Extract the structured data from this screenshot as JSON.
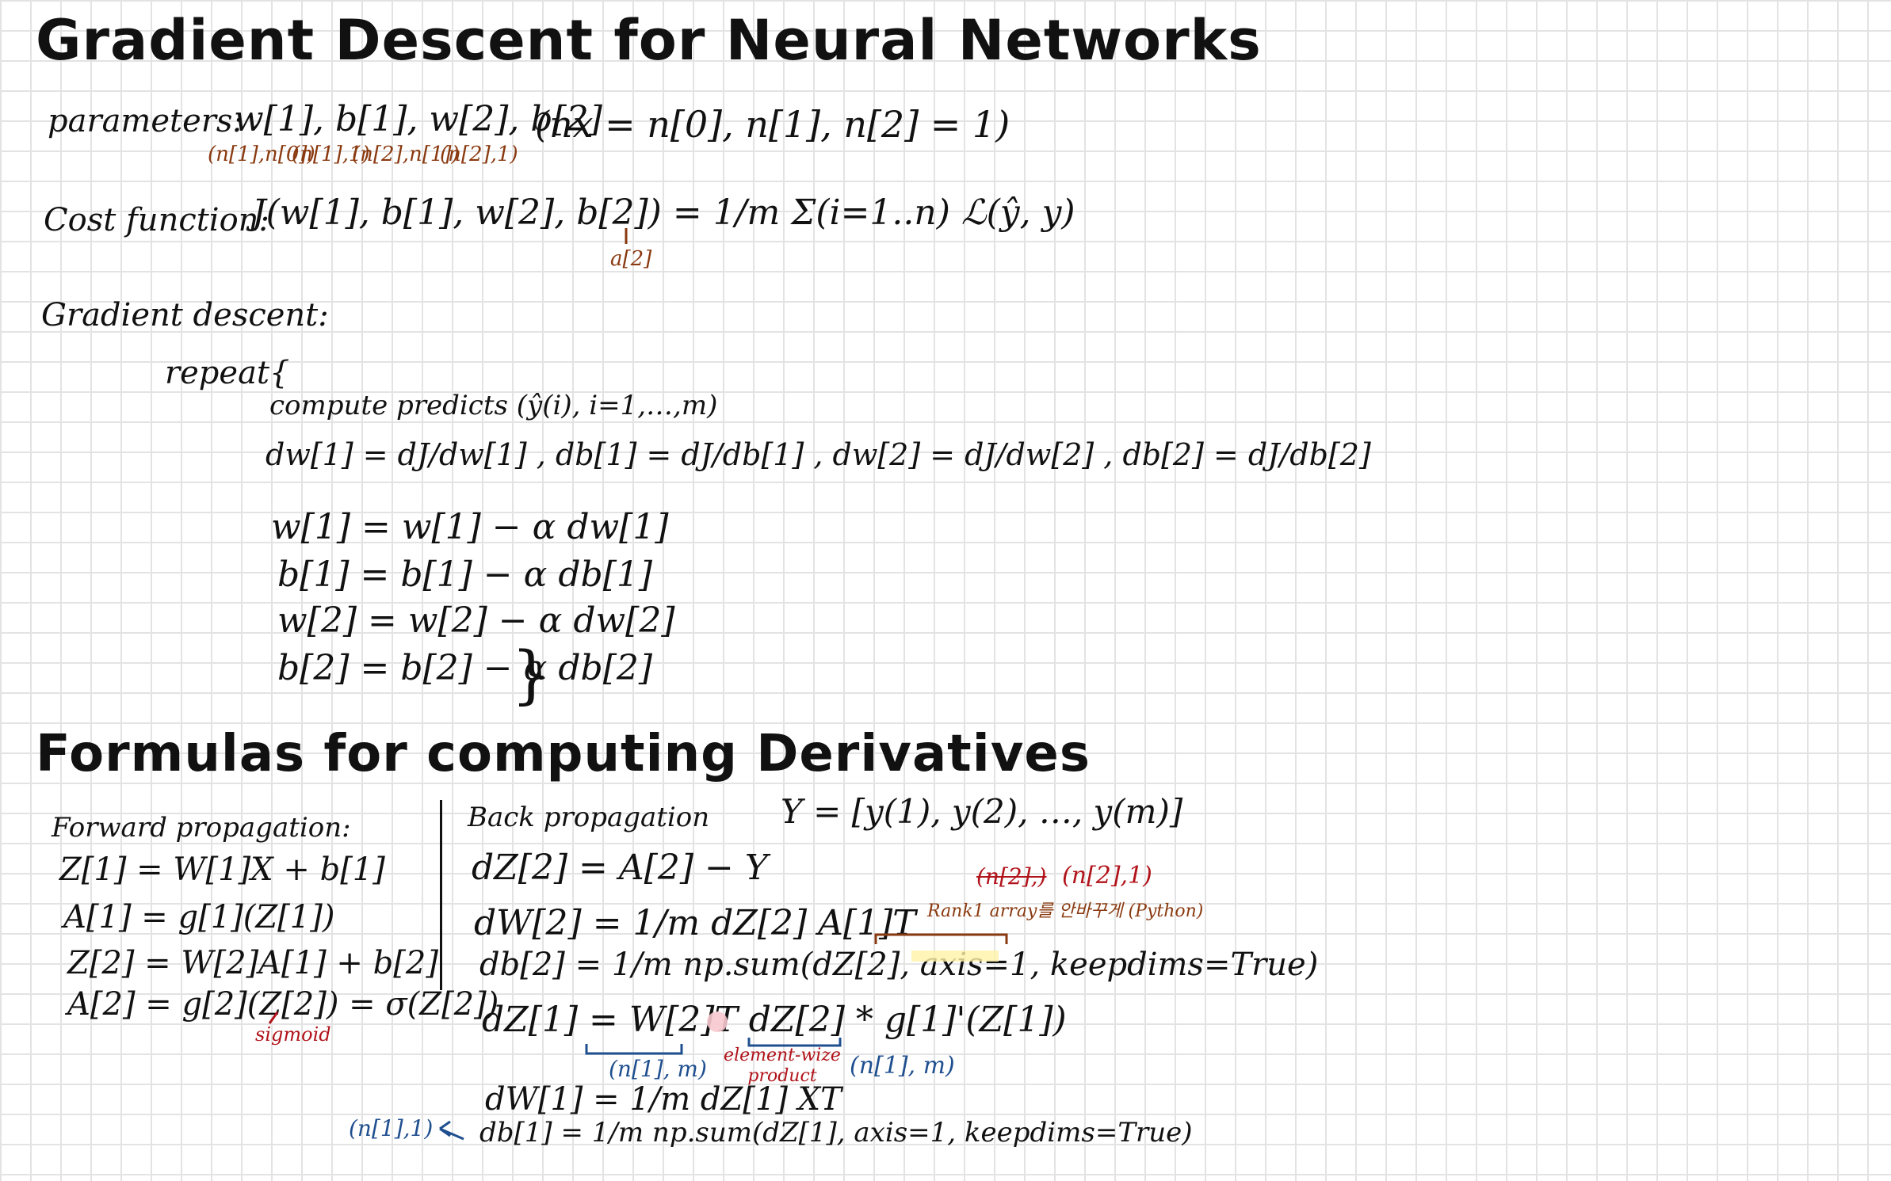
{
  "titles": {
    "main": "Gradient Descent for Neural Networks",
    "formulas": "Formulas for computing Derivatives"
  },
  "parameters": {
    "label": "parameters:",
    "list": "w[1], b[1], w[2], b[2]",
    "dims": [
      "(n[1],n[0])",
      "(n[1],1)",
      "(n[2],n[1])",
      "(n[2],1)"
    ],
    "sizes": "(nx = n[0], n[1], n[2] = 1)"
  },
  "cost": {
    "label": "Cost function:",
    "formula": "J(w[1], b[1], w[2], b[2]) = 1/m Σ(i=1..n) ℒ(ŷ, y)",
    "yhat_note": "a[2]"
  },
  "gradient_descent": {
    "label": "Gradient descent:",
    "repeat": "repeat{",
    "compute": "compute predicts (ŷ(i), i=1,…,m)",
    "derivs": "dw[1] = dJ/dw[1] ,  db[1] = dJ/db[1] ,  dw[2] = dJ/dw[2] ,  db[2] = dJ/db[2]",
    "updates": [
      "w[1] = w[1] − α dw[1]",
      "b[1] = b[1] − α db[1]",
      "w[2] = w[2] − α dw[2]",
      "b[2] = b[2] − α db[2]"
    ],
    "close": "}"
  },
  "forward": {
    "label": "Forward propagation:",
    "lines": [
      "Z[1] = W[1]X + b[1]",
      "A[1] = g[1](Z[1])",
      "Z[2] = W[2]A[1] + b[2]",
      "A[2] = g[2](Z[2]) = σ(Z[2])"
    ],
    "sigmoid_note": "sigmoid"
  },
  "backward": {
    "label": "Back propagation",
    "Y_def": "Y = [y(1), y(2), …, y(m)]",
    "lines": [
      "dZ[2] = A[2] − Y",
      "dW[2] = 1/m dZ[2] A[1]T",
      "db[2] = 1/m np.sum(dZ[2], axis=1, keepdims=True)",
      "dZ[1] = W[2]T dZ[2] * g[1]'(Z[1])",
      "dW[1] = 1/m dZ[1] XT",
      "db[1] = 1/m np.sum(dZ[1], axis=1, keepdims=True)"
    ],
    "notes": {
      "crossed": "(n[2],)",
      "shape": "(n[2],1)",
      "rank1": "Rank1 array를 안바꾸게 (Python)",
      "n1m_left": "(n[1], m)",
      "elementwise": "element-wize product",
      "n1m_right": "(n[1], m)",
      "n1_1": "(n[1],1)"
    }
  },
  "colors": {
    "ink": "#111111",
    "brown": "#8a3a10",
    "red": "#b1131a",
    "blue": "#1f4f8f",
    "highlight_yellow": "#fff3a8",
    "highlight_pink": "#f7c9cf",
    "grid": "#e3e3e3"
  }
}
